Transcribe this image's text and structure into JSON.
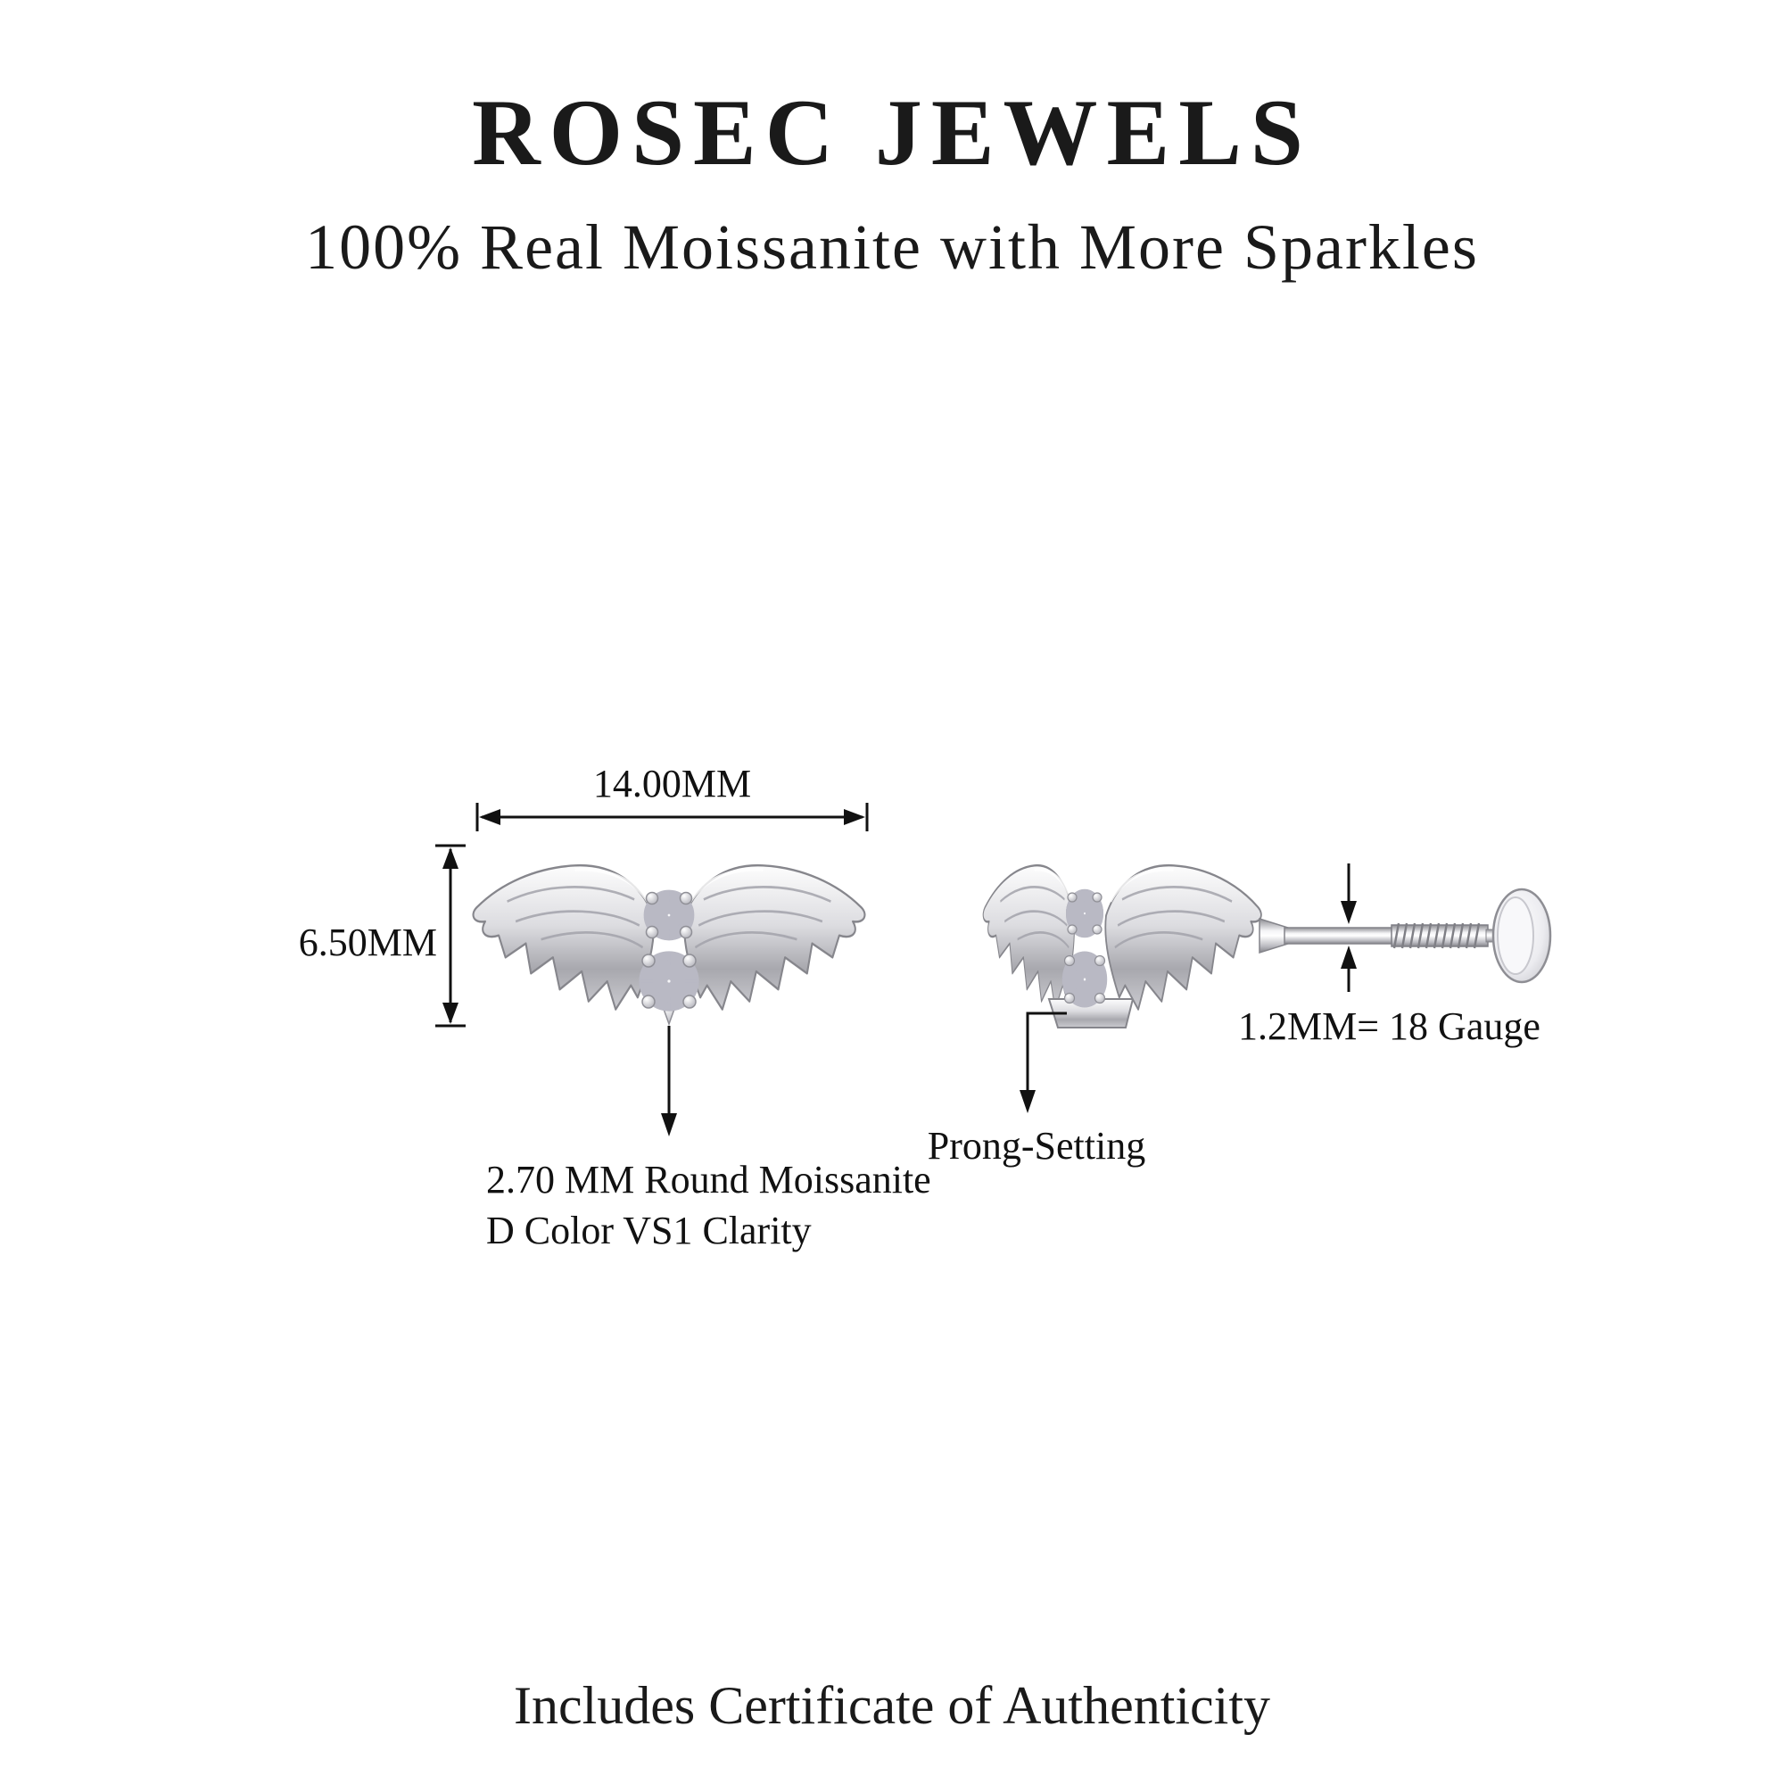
{
  "header": {
    "brand": "ROSEC JEWELS",
    "tagline": "100% Real Moissanite with More Sparkles"
  },
  "diagram": {
    "front_view": {
      "width_label": "14.00MM",
      "height_label": "6.50MM",
      "stone_callout_line1": "2.70 MM Round Moissanite",
      "stone_callout_line2": "D Color VS1 Clarity"
    },
    "side_view": {
      "prong_callout": "Prong-Setting",
      "gauge_callout": "1.2MM= 18 Gauge"
    }
  },
  "footer": {
    "note": "Includes Certificate of Authenticity"
  },
  "colors": {
    "background": "#ffffff",
    "text": "#111111",
    "metal_light": "#fbfbfc",
    "metal_mid": "#cfcfd4",
    "metal_dark": "#8a8a90",
    "stone_edge": "#9d9da6"
  }
}
